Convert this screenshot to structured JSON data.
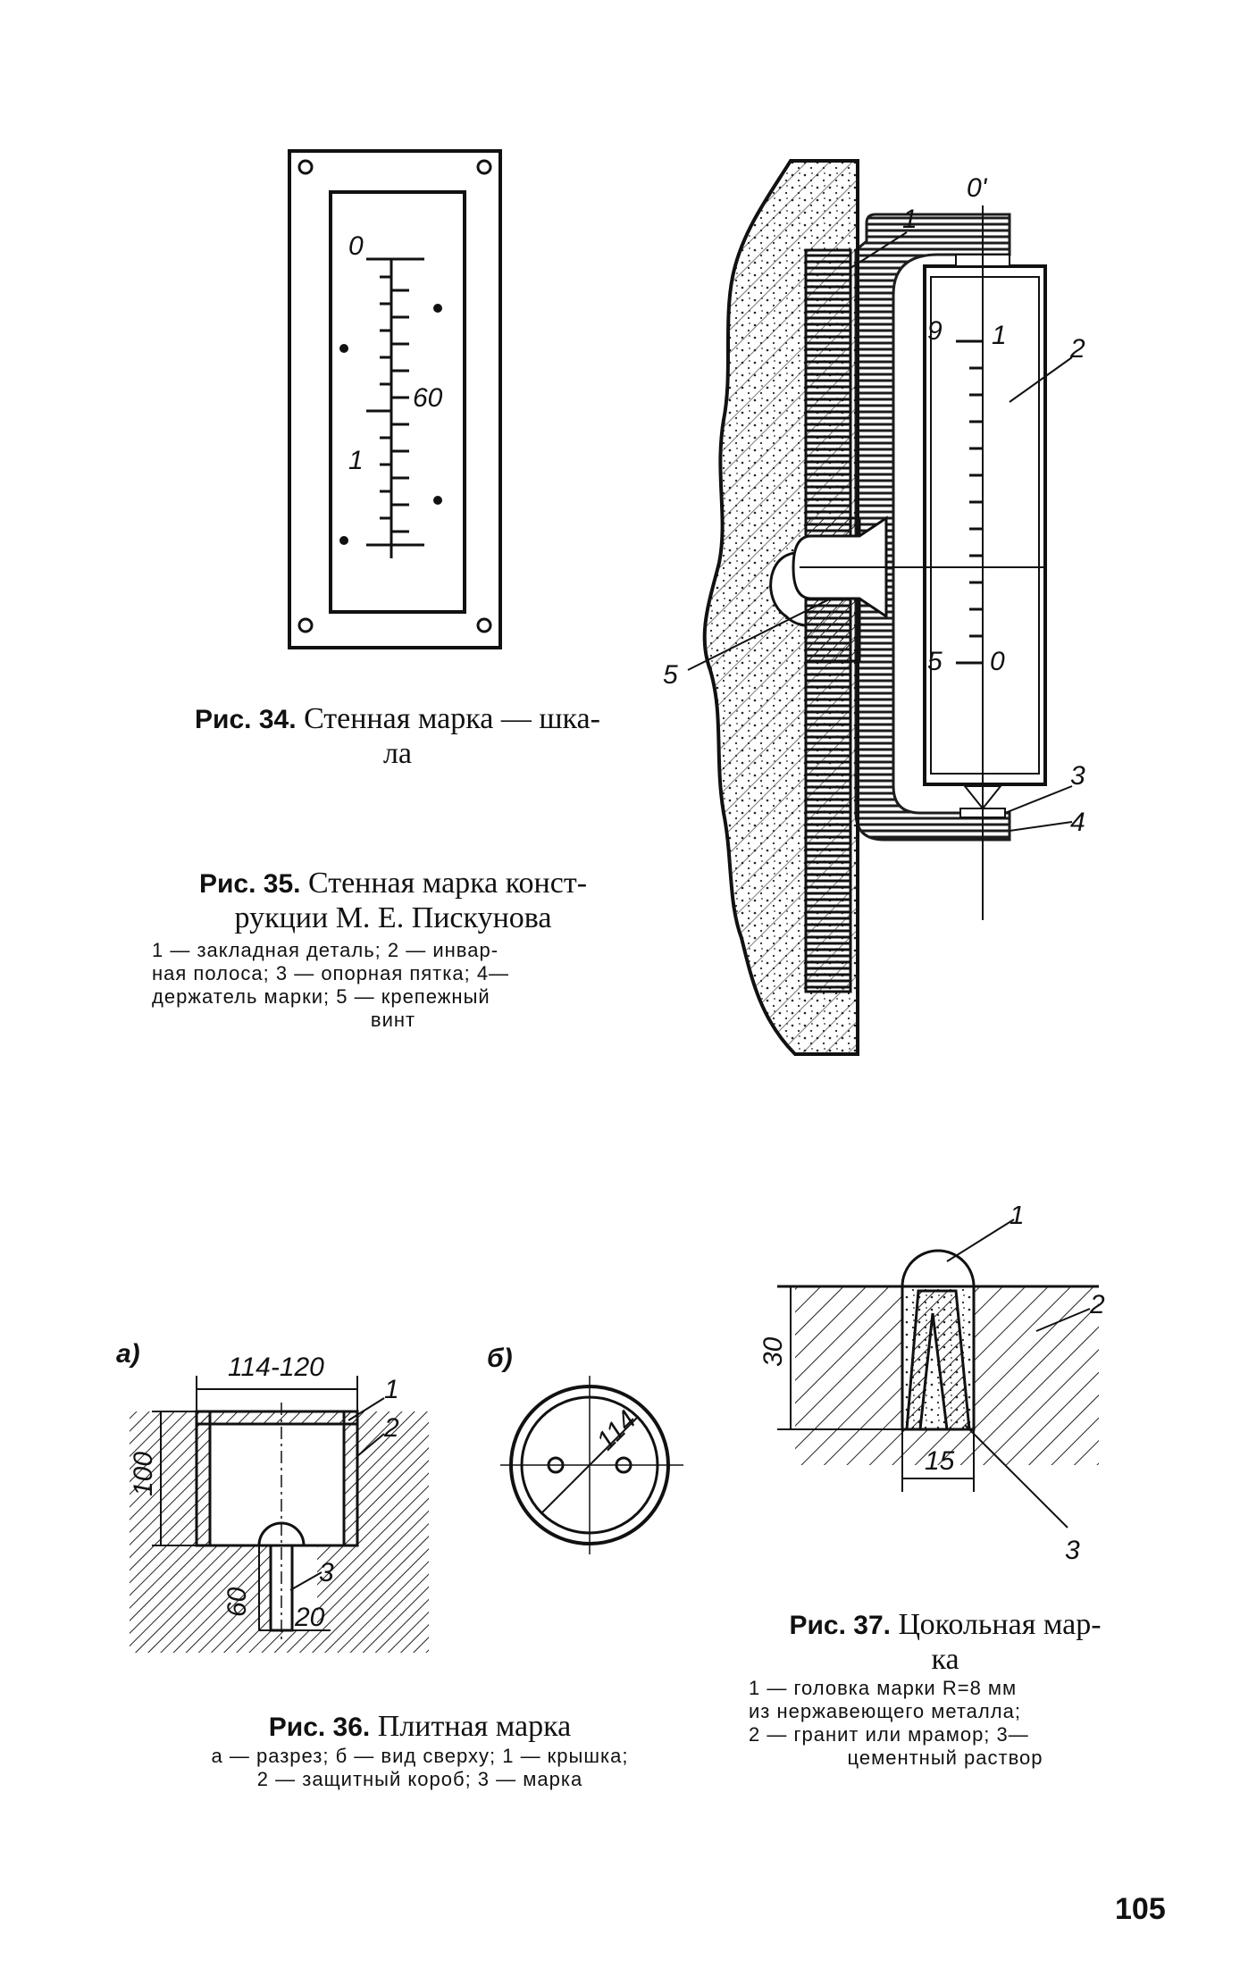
{
  "page_number": "105",
  "fig34": {
    "prefix": "Рис. 34.",
    "title_line1": "Стенная марка — шка-",
    "title_line2": "ла",
    "scale_labels": [
      "0",
      "60",
      "1"
    ]
  },
  "fig35": {
    "prefix": "Рис. 35.",
    "title_line1": "Стенная марка конст-",
    "title_line2": "рукции М. Е. Пискунова",
    "legend_line1": "1 — закладная   деталь;  2 — инвар-",
    "legend_line2": "ная полоса;  3 — опорная пятка;  4—",
    "legend_line3": "держатель   марки;  5 — крепежный",
    "legend_line4": "винт",
    "labels": [
      "1",
      "0'",
      "2",
      "3",
      "4",
      "5"
    ],
    "scale_labels": [
      "9",
      "1",
      "5",
      "0"
    ]
  },
  "fig36": {
    "prefix": "Рис. 36.",
    "title": "Плитная марка",
    "legend_line1": "а — разрез;  б — вид   сверху;  1 — крышка;",
    "legend_line2": "2 — защитный короб; 3 — марка",
    "sub_a": "а)",
    "sub_b": "б)",
    "dim_width": "114-120",
    "dim_height": "100",
    "dim_stem": "60",
    "dim_stem_w": "20",
    "dim_diameter": "114",
    "labels": [
      "1",
      "2",
      "3"
    ]
  },
  "fig37": {
    "prefix": "Рис. 37.",
    "title_line1": "Цокольная мар-",
    "title_line2": "ка",
    "legend_line1": "1 — головка  марки  R=8  мм",
    "legend_line2": "из  нержавеющего  металла;",
    "legend_line3": "2 — гранит или мрамор;  3—",
    "legend_line4": "цементный раствор",
    "dim_height": "30",
    "dim_width": "15",
    "labels": [
      "1",
      "2",
      "3"
    ]
  }
}
